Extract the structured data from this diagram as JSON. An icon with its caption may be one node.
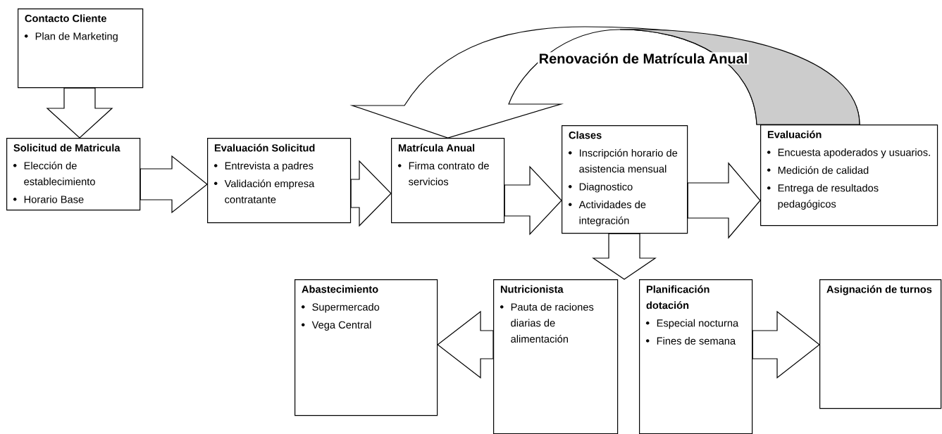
{
  "diagram": {
    "nodes": [
      {
        "text": [
          "Contacto Cliente",
          "Plan de Marketing"
        ]
      },
      {
        "text": [
          "Solicitud de Matricula",
          "Elección de establecimiento",
          "Horario Base"
        ]
      },
      {
        "text": [
          "Evaluación Solicitud",
          "Entrevista a padres",
          "Validación empresa contratante"
        ]
      },
      {
        "text": [
          "Matrícula Anual",
          "Firma contrato de servicios"
        ]
      },
      {
        "text": [
          "Clases",
          "Inscripción horario de asistencia mensual",
          "Diagnostico",
          "Actividades de integración"
        ]
      },
      {
        "text": [
          "Evaluación",
          "Encuesta apoderados y usuarios.",
          "Medición de calidad",
          "Entrega de resultados pedagógicos"
        ]
      },
      {
        "text": [
          "Abastecimiento",
          "Supermercado",
          "Vega Central"
        ]
      },
      {
        "text": [
          "Nutricionista",
          "Pauta de raciones diarias de alimentación"
        ]
      },
      {
        "text": [
          "Planificación dotación",
          "Especial nocturna",
          "Fines de semana"
        ]
      },
      {
        "text": [
          "Asignación de turnos"
        ]
      }
    ],
    "edges": [
      {
        "from": 0,
        "to": 1,
        "arrow": "to"
      },
      {
        "from": 1,
        "to": 2,
        "arrow": "to"
      },
      {
        "from": 2,
        "to": 3,
        "arrow": "to"
      },
      {
        "from": 3,
        "to": 4,
        "arrow": "to"
      },
      {
        "from": 4,
        "to": 5,
        "arrow": "to"
      },
      {
        "from": 5,
        "to": 3,
        "arrow": "to",
        "label": "Renovación de Matrícula Anual"
      },
      {
        "from": 4,
        "to": null,
        "arrow": "to"
      },
      {
        "from": 7,
        "to": 6,
        "arrow": "to"
      },
      {
        "from": 8,
        "to": 9,
        "arrow": "to"
      }
    ]
  }
}
